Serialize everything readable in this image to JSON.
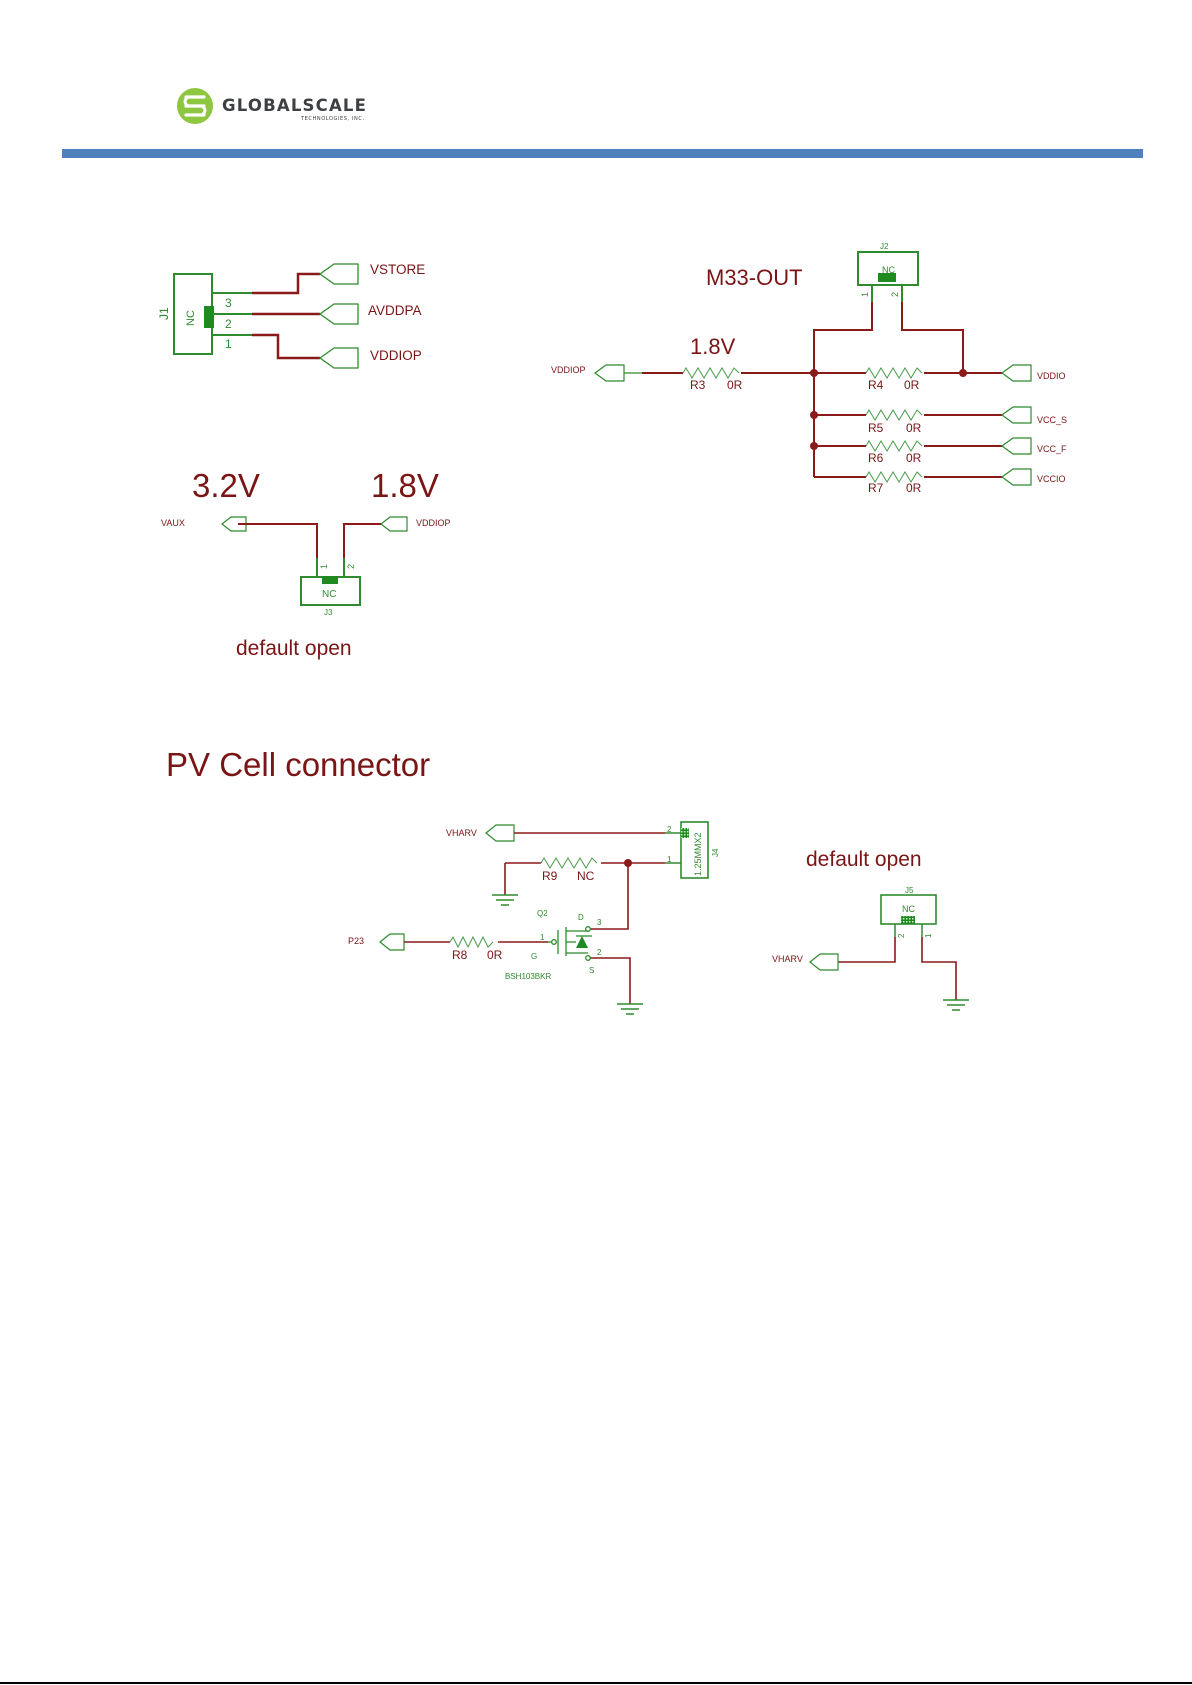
{
  "header": {
    "logo_name": "GLOBALSCALE",
    "logo_subtitle": "TECHNOLOGIES, INC.",
    "rule_color": "#4f81bd"
  },
  "colors": {
    "wire": "#8b1a1a",
    "component": "#2e8b2e",
    "label": "#7a1515"
  },
  "j1": {
    "ref": "J1",
    "value": "NC",
    "pins": [
      "3",
      "2",
      "1"
    ],
    "nets": [
      "VSTORE",
      "AVDDPA",
      "VDDIOP"
    ]
  },
  "m33": {
    "title": "M33-OUT",
    "voltage": "1.8V",
    "input_net": "VDDIOP",
    "j2": {
      "ref": "J2",
      "value": "NC",
      "pins": [
        "1",
        "2"
      ]
    },
    "resistors": [
      {
        "ref": "R3",
        "value": "0R"
      },
      {
        "ref": "R4",
        "value": "0R"
      },
      {
        "ref": "R5",
        "value": "0R"
      },
      {
        "ref": "R6",
        "value": "0R"
      },
      {
        "ref": "R7",
        "value": "0R"
      }
    ],
    "output_nets": [
      "VDDIO",
      "VCC_S",
      "VCC_F",
      "VCCIO"
    ]
  },
  "j3": {
    "left_voltage": "3.2V",
    "right_voltage": "1.8V",
    "left_net": "VAUX",
    "right_net": "VDDIOP",
    "ref": "J3",
    "value": "NC",
    "pins": [
      "1",
      "2"
    ],
    "note": "default open"
  },
  "pv": {
    "title": "PV Cell connector",
    "vharv": "VHARV",
    "p23": "P23",
    "j4": {
      "ref": "J4",
      "value": "1.25MMX2",
      "pins": [
        "2",
        "1"
      ]
    },
    "r9": {
      "ref": "R9",
      "value": "NC"
    },
    "r8": {
      "ref": "R8",
      "value": "0R"
    },
    "q2": {
      "ref": "Q2",
      "part": "BSH103BKR",
      "gate": "G",
      "drain": "D",
      "source": "S",
      "pin1": "1",
      "pin3": "3",
      "pin2": "2"
    }
  },
  "j5": {
    "note": "default open",
    "ref": "J5",
    "value": "NC",
    "net": "VHARV",
    "pins": [
      "2",
      "1"
    ]
  }
}
